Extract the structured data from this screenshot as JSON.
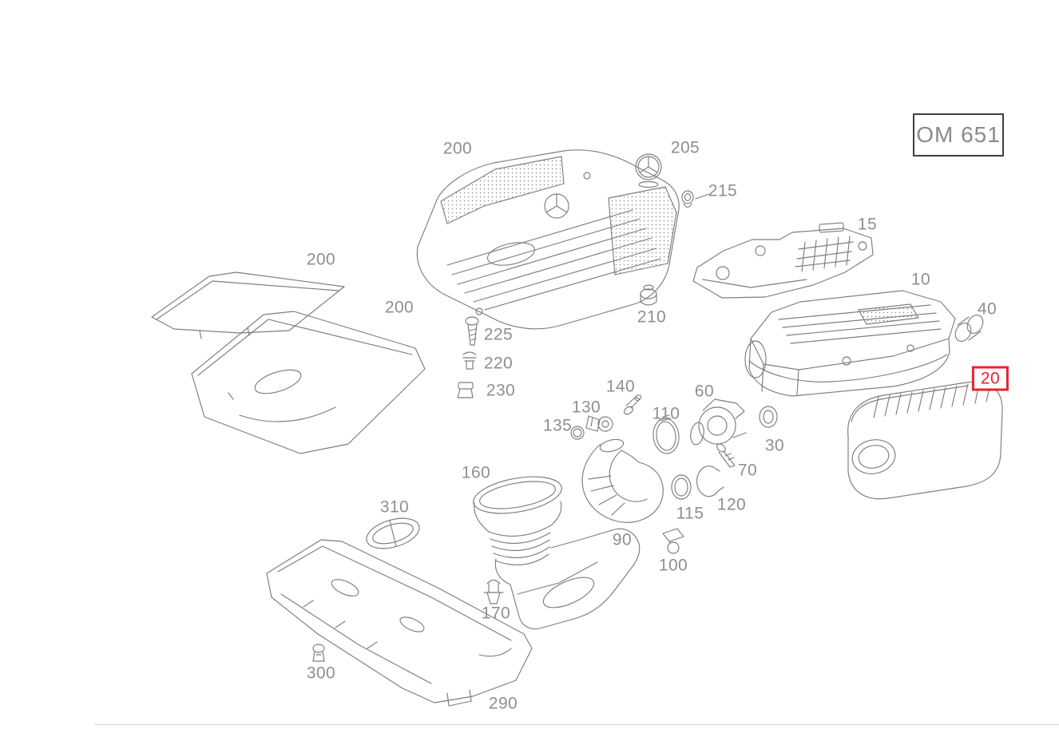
{
  "header": {
    "engine_code": "OM 651"
  },
  "selected_part": "20",
  "colors": {
    "line_art": "#7d7d7d",
    "label_text": "#8f8f8f",
    "highlight": "#e8222a",
    "frame_border": "#3f3f3f",
    "divider": "#d4d4d4"
  },
  "parts": [
    {
      "number": "200"
    },
    {
      "number": "205"
    },
    {
      "number": "215"
    },
    {
      "number": "15"
    },
    {
      "number": "10"
    },
    {
      "number": "40"
    },
    {
      "number": "20",
      "highlighted": true
    },
    {
      "number": "200"
    },
    {
      "number": "200"
    },
    {
      "number": "225"
    },
    {
      "number": "220"
    },
    {
      "number": "230"
    },
    {
      "number": "210"
    },
    {
      "number": "140"
    },
    {
      "number": "130"
    },
    {
      "number": "135"
    },
    {
      "number": "110"
    },
    {
      "number": "60"
    },
    {
      "number": "30"
    },
    {
      "number": "70"
    },
    {
      "number": "120"
    },
    {
      "number": "115"
    },
    {
      "number": "90"
    },
    {
      "number": "100"
    },
    {
      "number": "160"
    },
    {
      "number": "310"
    },
    {
      "number": "170"
    },
    {
      "number": "300"
    },
    {
      "number": "290"
    }
  ]
}
